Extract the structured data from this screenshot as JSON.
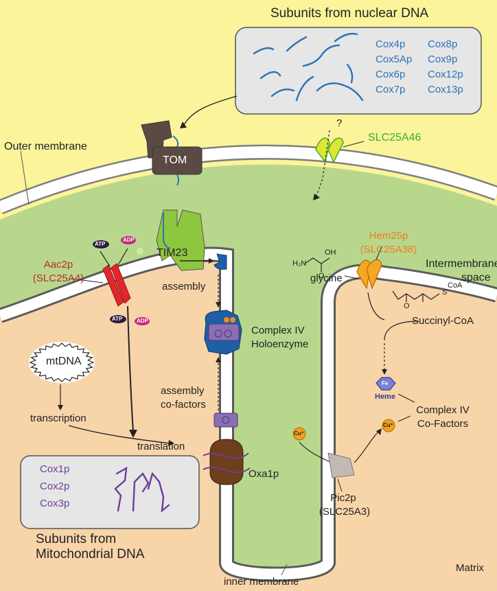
{
  "nuclear": {
    "title": "Subunits from nuclear DNA",
    "subunits_col1": [
      "Cox4p",
      "Cox5Ap",
      "Cox6p",
      "Cox7p"
    ],
    "subunits_col2": [
      "Cox8p",
      "Cox9p",
      "Cox12p",
      "Cox13p"
    ]
  },
  "labels": {
    "outer_membrane": "Outer membrane",
    "tom": "TOM",
    "question": "?",
    "slc25a46": "SLC25A46",
    "tim23": "TIM23",
    "aac2p": "Aac2p",
    "aac2p_alias": "(SLC25A4)",
    "atp": "ATP",
    "adp": "ADP",
    "assembly": "assembly",
    "complex_iv": "Complex IV",
    "holoenzyme": "Holoenzyme",
    "assembly_cofactors_1": "assembly",
    "assembly_cofactors_2": "co-factors",
    "mtdna": "mtDNA",
    "transcription": "transcription",
    "translation": "translation",
    "oxa1p": "Oxa1p",
    "hem25p": "Hem25p",
    "hem25p_alias": "(SLC25A38)",
    "intermembrane_1": "Intermembrane",
    "intermembrane_2": "space",
    "glycine": "glycine",
    "glycine_h2n": "H₂N",
    "glycine_oh": "OH",
    "glycine_o": "O",
    "succinyl_coa": "Succinyl-CoA",
    "succinyl_coa_group": "CoA",
    "succinyl_s": "S",
    "succinyl_o": "O",
    "heme": "Heme",
    "heme_fe": "Fe",
    "cofactors_1": "Complex IV",
    "cofactors_2": "Co-Factors",
    "cu": "Cu⁺",
    "pic2p": "Pic2p",
    "pic2p_alias": "(SLC25A3)",
    "matrix": "Matrix",
    "inner_membrane": "inner membrane"
  },
  "mito": {
    "title_1": "Subunits from",
    "title_2": "Mitochondrial DNA",
    "subunits": [
      "Cox1p",
      "Cox2p",
      "Cox3p"
    ]
  },
  "colors": {
    "cytosol": "#fbf49b",
    "ims": "#b8d78d",
    "matrix": "#f8d4a9",
    "membrane": "#ffffff",
    "membrane_edge": "#7e7e7e",
    "nuclear_text": "#2a73b8",
    "mito_text": "#6a3e99",
    "tom": "#5b4a44",
    "tim23": "#8dc63f",
    "aac2p": "#e2262c",
    "slc25a46": "#dde632",
    "hem25p": "#f5a623",
    "complex_iv": "#1f5fa8",
    "oxa1p": "#6d3f1c",
    "pic2p": "#c4b8b4"
  }
}
